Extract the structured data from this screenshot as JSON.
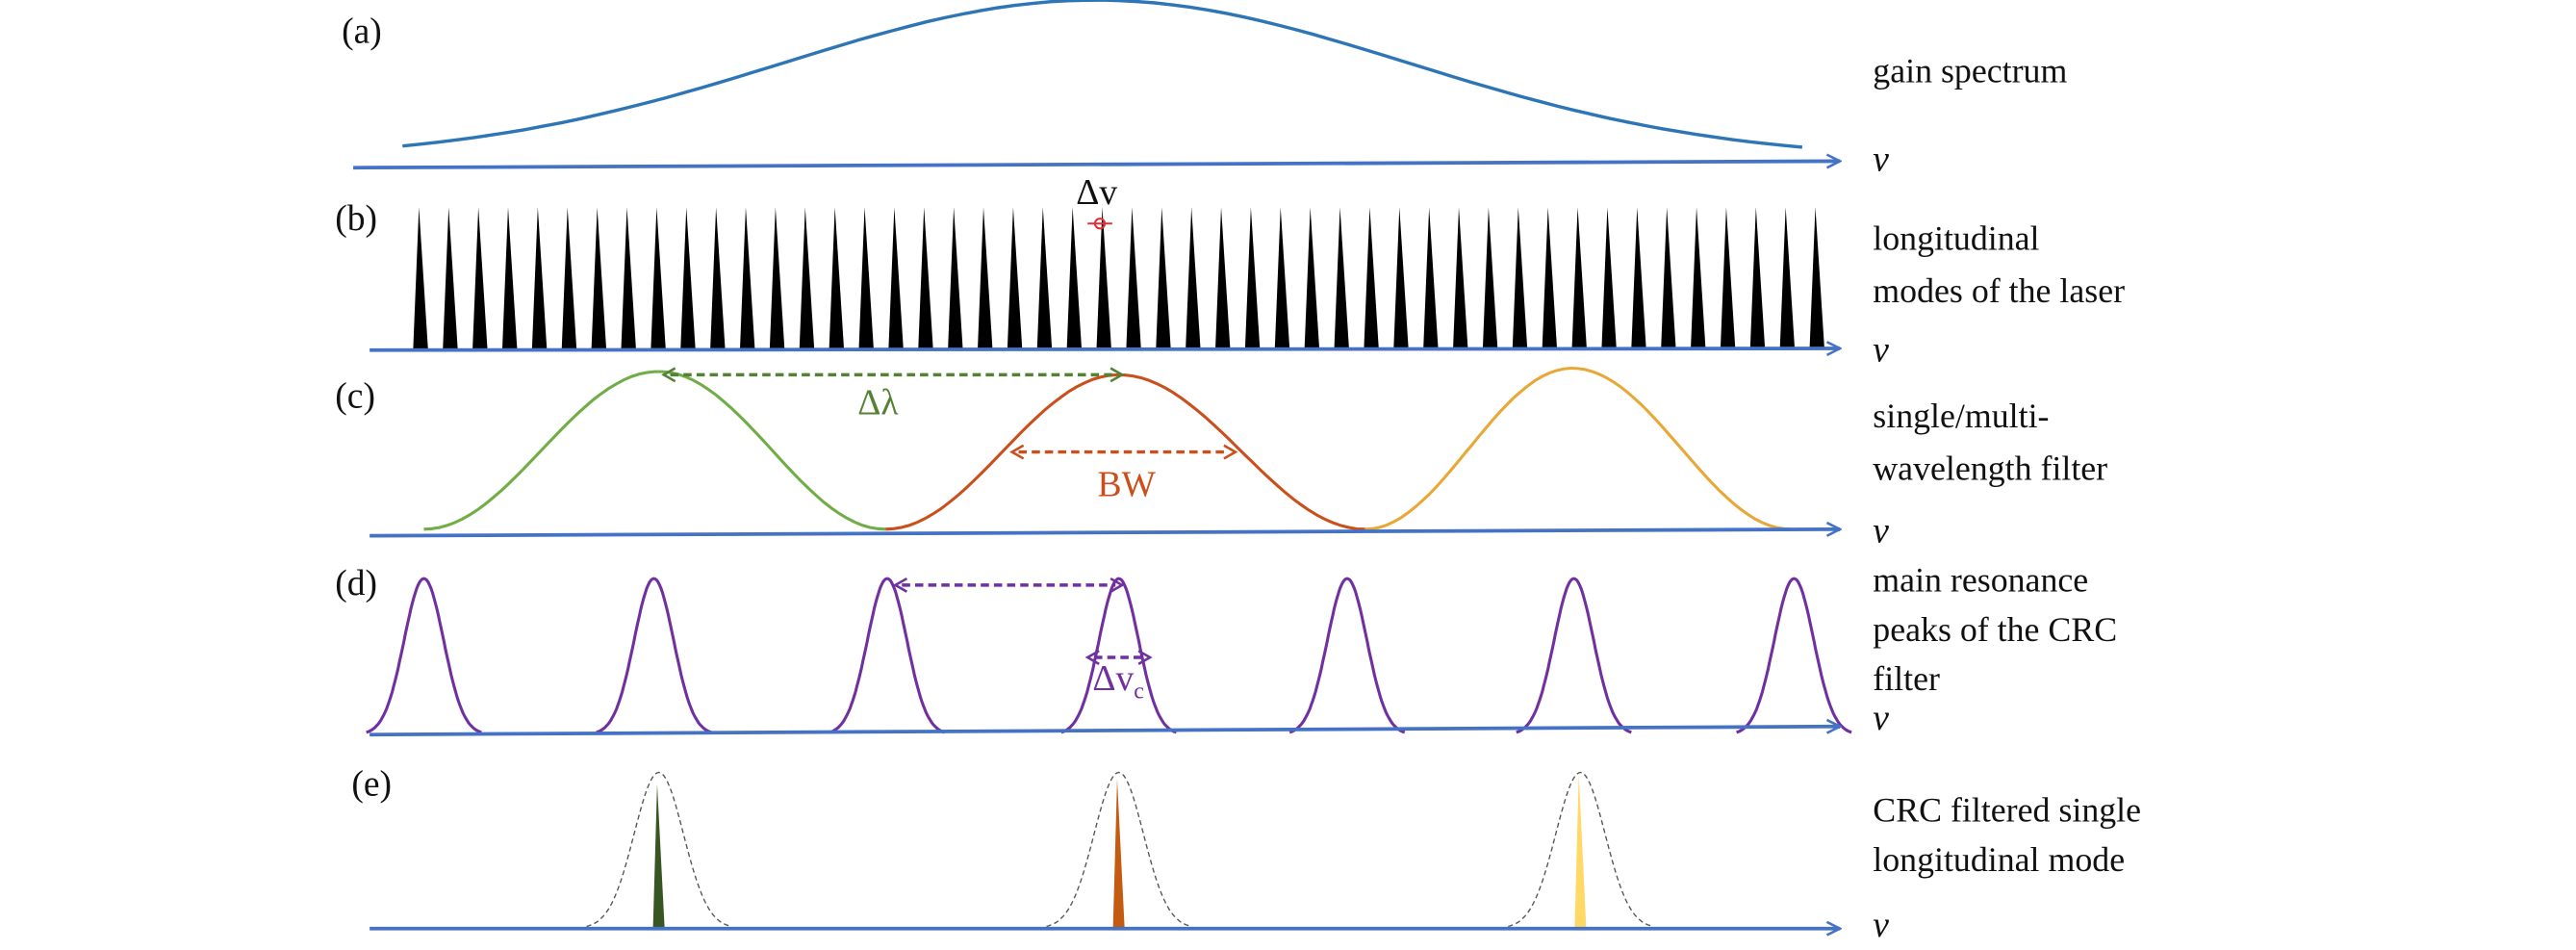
{
  "colors": {
    "axis": "#4472C4",
    "gain": "#2E75B6",
    "modes": "#000000",
    "delta_nu_marker": "#E0303A",
    "filter_1": "#70AD47",
    "filter_2": "#C9501C",
    "filter_3": "#E8A838",
    "crc": "#7030A0",
    "spike_1": "#375623",
    "spike_2": "#C55A11",
    "spike_3": "#FFD966",
    "dotted": "#555555"
  },
  "axis_symbol": "v",
  "panels": [
    {
      "id": "a",
      "label": "(a)",
      "description": [
        "gain spectrum"
      ]
    },
    {
      "id": "b",
      "label": "(b)",
      "description": [
        "longitudinal",
        "modes of the laser"
      ],
      "annotation": "Δv",
      "mode_count": 48
    },
    {
      "id": "c",
      "label": "(c)",
      "description": [
        "single/multi-",
        "wavelength filter"
      ],
      "annotations": {
        "spacing": "Δλ",
        "bandwidth": "BW"
      },
      "filter_peaks": 3
    },
    {
      "id": "d",
      "label": "(d)",
      "description": [
        "main resonance",
        "peaks of the CRC",
        "filter"
      ],
      "annotation": {
        "main": "Δv",
        "sub": "c"
      },
      "crc_peaks": 7
    },
    {
      "id": "e",
      "label": "(e)",
      "description": [
        "CRC filtered single",
        "longitudinal mode"
      ],
      "selected_modes": 3
    }
  ]
}
